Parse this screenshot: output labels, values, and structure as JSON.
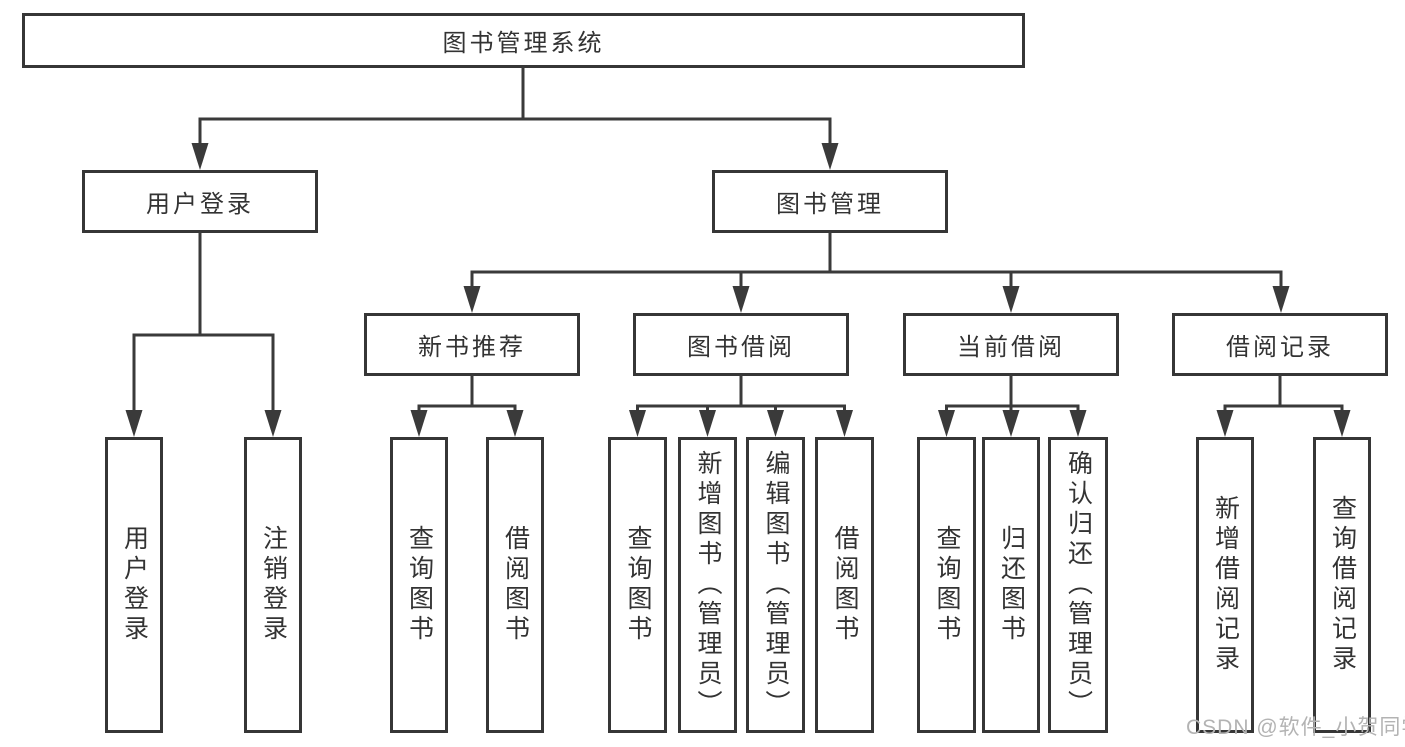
{
  "diagram": {
    "root": {
      "label": "图书管理系统"
    },
    "branches": {
      "user_login": {
        "label": "用户登录",
        "children": [
          {
            "label": "用户登录"
          },
          {
            "label": "注销登录"
          }
        ]
      },
      "book_management": {
        "label": "图书管理",
        "sections": [
          {
            "label": "新书推荐",
            "children": [
              {
                "label": "查询图书"
              },
              {
                "label": "借阅图书"
              }
            ]
          },
          {
            "label": "图书借阅",
            "children": [
              {
                "label": "查询图书"
              },
              {
                "label": "新增图书（管理员）"
              },
              {
                "label": "编辑图书（管理员）"
              },
              {
                "label": "借阅图书"
              }
            ]
          },
          {
            "label": "当前借阅",
            "children": [
              {
                "label": "查询图书"
              },
              {
                "label": "归还图书"
              },
              {
                "label": "确认归还（管理员）"
              }
            ]
          },
          {
            "label": "借阅记录",
            "children": [
              {
                "label": "新增借阅记录"
              },
              {
                "label": "查询借阅记录"
              }
            ]
          }
        ]
      }
    },
    "watermark": {
      "text": "CSDN @软件_小贺同学"
    },
    "colors": {
      "line": "#3a3a3a",
      "box_border": "#363636",
      "text": "#333333",
      "watermark": "#b3b3b3",
      "background": "#ffffff"
    }
  }
}
